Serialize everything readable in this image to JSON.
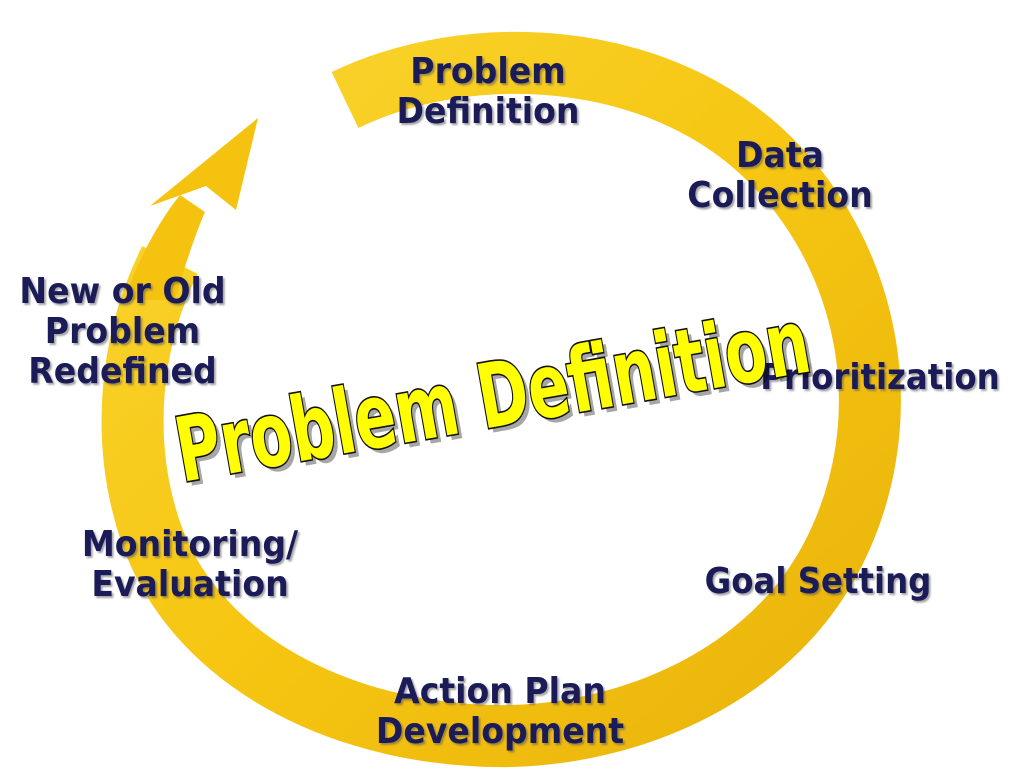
{
  "colors": {
    "ring": "#f6c612",
    "ring_dark": "#e0a908",
    "label_text": "#1a1b57",
    "title_fill": "#ffff00",
    "title_stroke": "#111111"
  },
  "cycle": {
    "stages": [
      {
        "id": "problem-definition",
        "label": "Problem\nDefinition"
      },
      {
        "id": "data-collection",
        "label": "Data\nCollection"
      },
      {
        "id": "prioritization",
        "label": "Prioritization"
      },
      {
        "id": "goal-setting",
        "label": "Goal Setting"
      },
      {
        "id": "action-plan-development",
        "label": "Action Plan\nDevelopment"
      },
      {
        "id": "monitoring-evaluation",
        "label": "Monitoring/\nEvaluation"
      },
      {
        "id": "new-or-old-problem-redefined",
        "label": "New or Old\nProblem\nRedefined"
      }
    ]
  },
  "overlay_title": "Problem Definition"
}
